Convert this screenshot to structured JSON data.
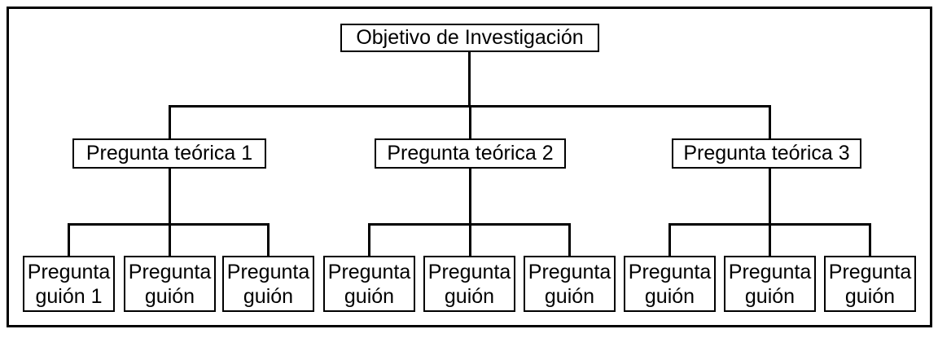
{
  "diagram": {
    "root": {
      "label": "Objetivo de Investigación"
    },
    "branches": [
      {
        "label": "Pregunta teórica 1",
        "children": [
          {
            "line1": "Pregunta",
            "line2": "guión 1"
          },
          {
            "line1": "Pregunta",
            "line2": "guión"
          },
          {
            "line1": "Pregunta",
            "line2": "guión"
          }
        ]
      },
      {
        "label": "Pregunta teórica 2",
        "children": [
          {
            "line1": "Pregunta",
            "line2": "guión"
          },
          {
            "line1": "Pregunta",
            "line2": "guión"
          },
          {
            "line1": "Pregunta",
            "line2": "guión"
          }
        ]
      },
      {
        "label": "Pregunta teórica 3",
        "children": [
          {
            "line1": "Pregunta",
            "line2": "guión"
          },
          {
            "line1": "Pregunta",
            "line2": "guión"
          },
          {
            "line1": "Pregunta",
            "line2": "guión"
          }
        ]
      }
    ],
    "colors": {
      "line": "#000000",
      "background": "#ffffff",
      "box_fill": "#ffffff",
      "text": "#000000"
    }
  }
}
